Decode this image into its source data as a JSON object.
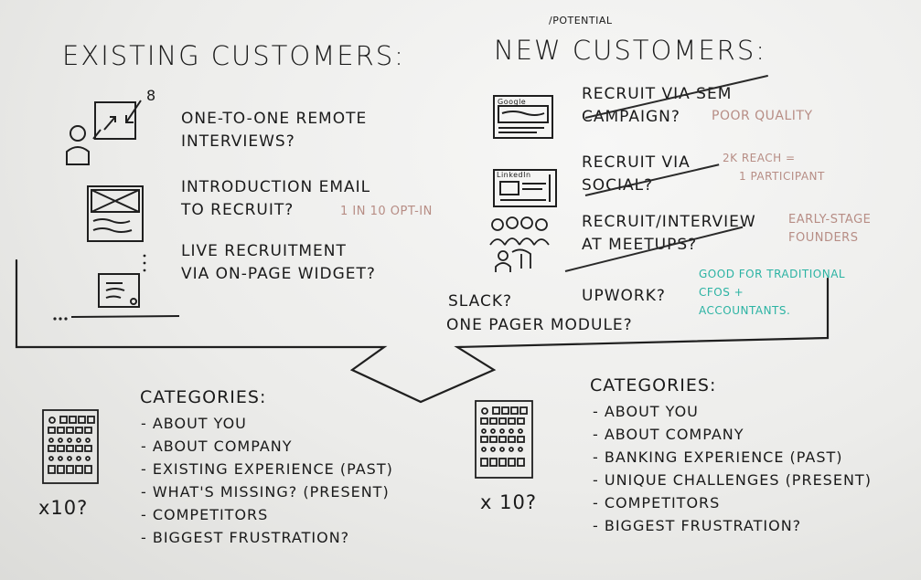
{
  "existing": {
    "title": "Existing Customers:",
    "items": [
      {
        "line1": "One-to-one remote",
        "line2": "interviews?"
      },
      {
        "line1": "Introduction email",
        "line2": "to recruit?",
        "note": "1 in 10 opt-in"
      },
      {
        "line1": "Live recruitment",
        "line2": "via on-page widget?"
      }
    ],
    "icon_numeral": "8"
  },
  "new_customers": {
    "title": "New customers:",
    "potential": "/potential",
    "items": [
      {
        "line1": "Recruit via SEM",
        "line2": "campaign?",
        "note": "Poor quality",
        "icon_label": "Google"
      },
      {
        "line1": "Recruit via",
        "line2": "social?",
        "note_line1": "2k reach =",
        "note_line2": "1 participant",
        "icon_label": "LinkedIn"
      },
      {
        "line1": "Recruit/interview",
        "line2": "at meetups?",
        "note_line1": "Early-stage",
        "note_line2": "founders"
      }
    ],
    "slack": "Slack?",
    "upwork": "Upwork?",
    "one_pager": "One pager module?",
    "teal_note": [
      "Good for traditional",
      "CFOs +",
      "accountants."
    ]
  },
  "left_categories": {
    "title": "Categories:",
    "items": [
      "- About you",
      "- About company",
      "- Existing experience (past)",
      "- What's missing? (present)",
      "- Competitors",
      "- Biggest frustration?"
    ],
    "multiplier": "x10?"
  },
  "right_categories": {
    "title": "Categories:",
    "items": [
      "- About you",
      "- About company",
      "- Banking experience (past)",
      "- Unique challenges (present)",
      "- Competitors",
      "- Biggest frustration?"
    ],
    "multiplier": "x 10?"
  },
  "colors": {
    "ink": "#1a1a1a",
    "brown": "#b78d85",
    "teal": "#2bb3a3",
    "board": "#ececea"
  }
}
